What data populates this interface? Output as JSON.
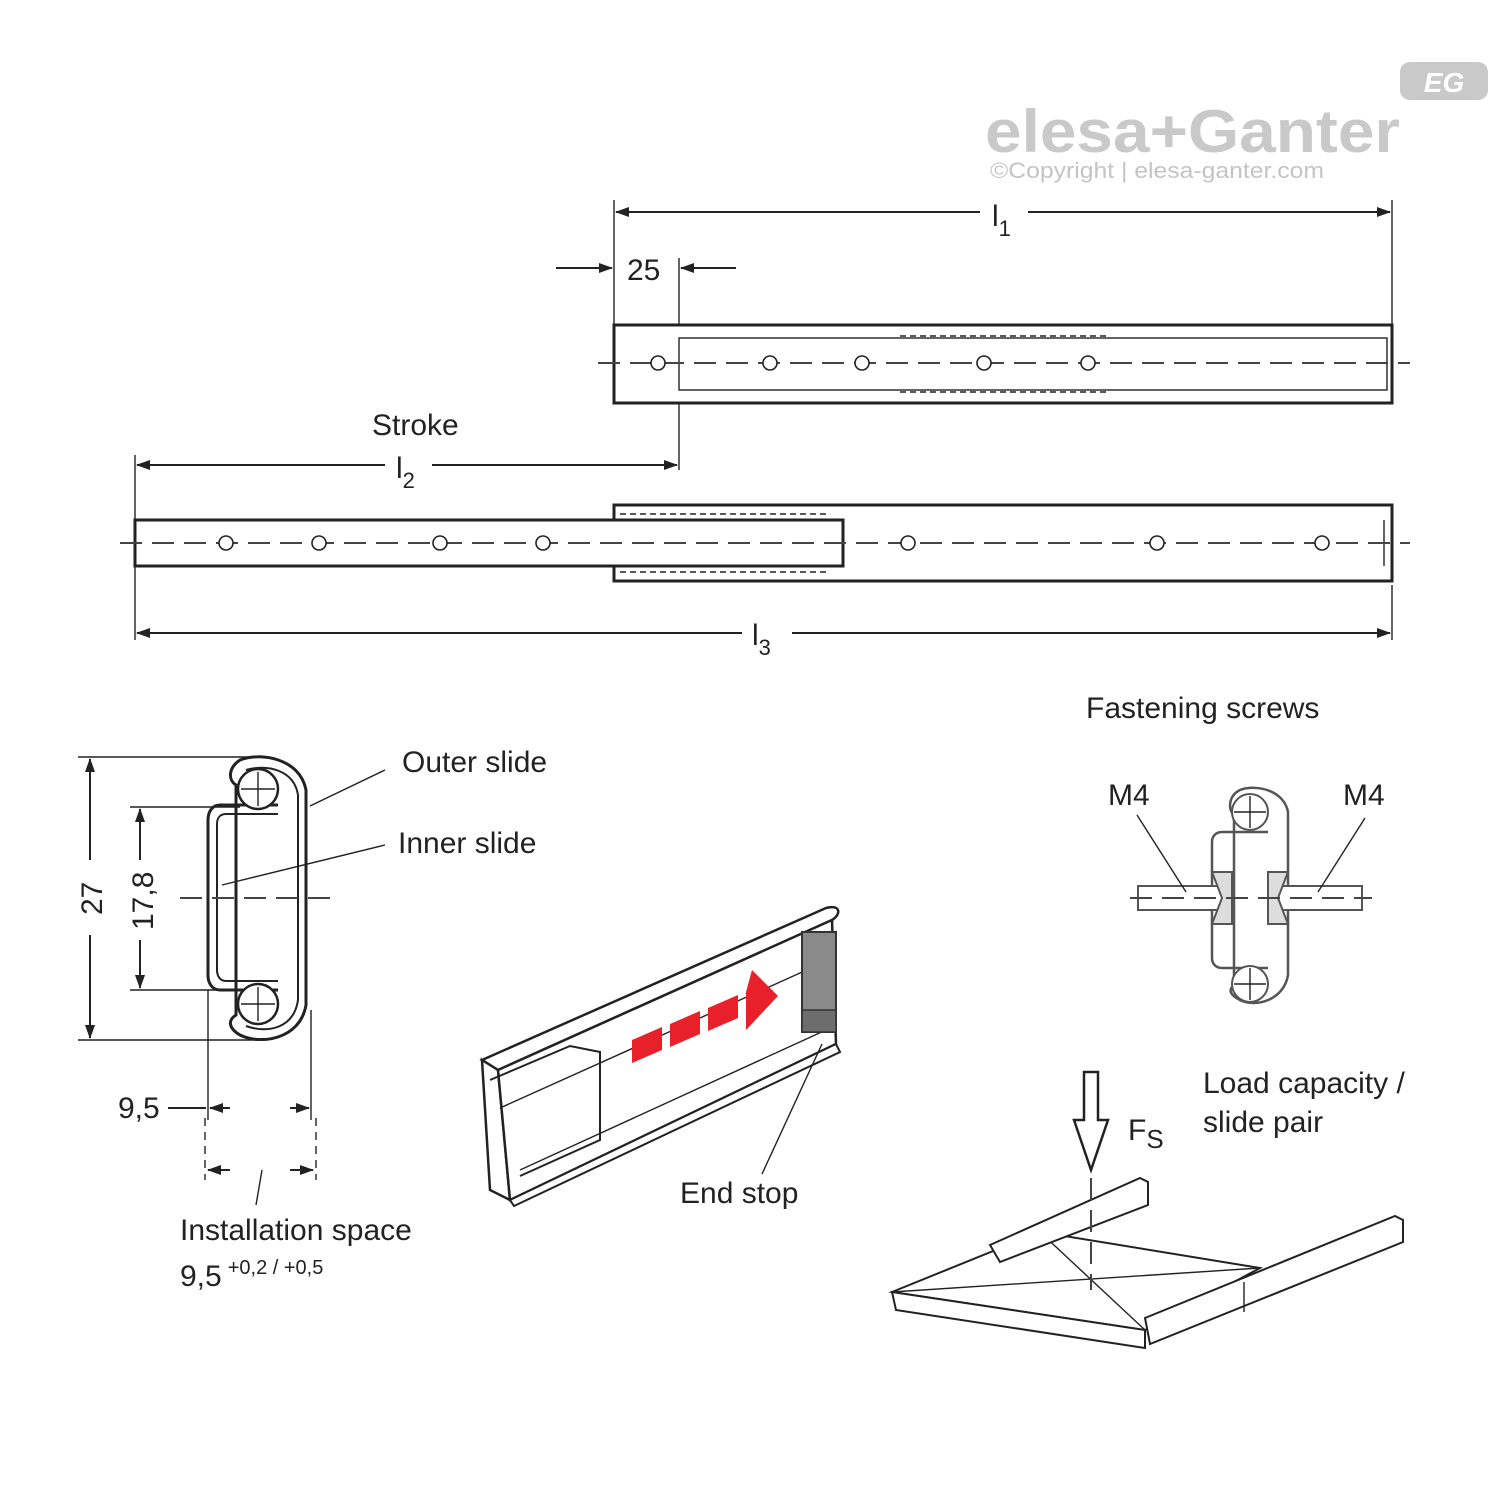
{
  "brand": {
    "logo_text": "elesa+Ganter",
    "badge": "EG",
    "copyright": "©Copyright | elesa-ganter.com"
  },
  "dimensions": {
    "l1": "l",
    "l1_sub": "1",
    "l2": "l",
    "l2_sub": "2",
    "l3": "l",
    "l3_sub": "3",
    "offset": "25",
    "stroke_label": "Stroke",
    "height": "27",
    "inner_height": "17,8",
    "width": "9,5",
    "installation_label": "Installation space",
    "installation_value": "9,5",
    "installation_tolerance": "+0,2 / +0,5"
  },
  "labels": {
    "outer_slide": "Outer slide",
    "inner_slide": "Inner slide",
    "end_stop": "End stop",
    "fastening_screws": "Fastening screws",
    "screw_left": "M4",
    "screw_right": "M4",
    "force": "F",
    "force_sub": "S",
    "load_capacity_line1": "Load capacity /",
    "load_capacity_line2": "slide pair"
  },
  "colors": {
    "arrow_accent": "#e8202a",
    "end_stop_fill": "#8a8a8a",
    "logo": "#c9c9c9"
  }
}
